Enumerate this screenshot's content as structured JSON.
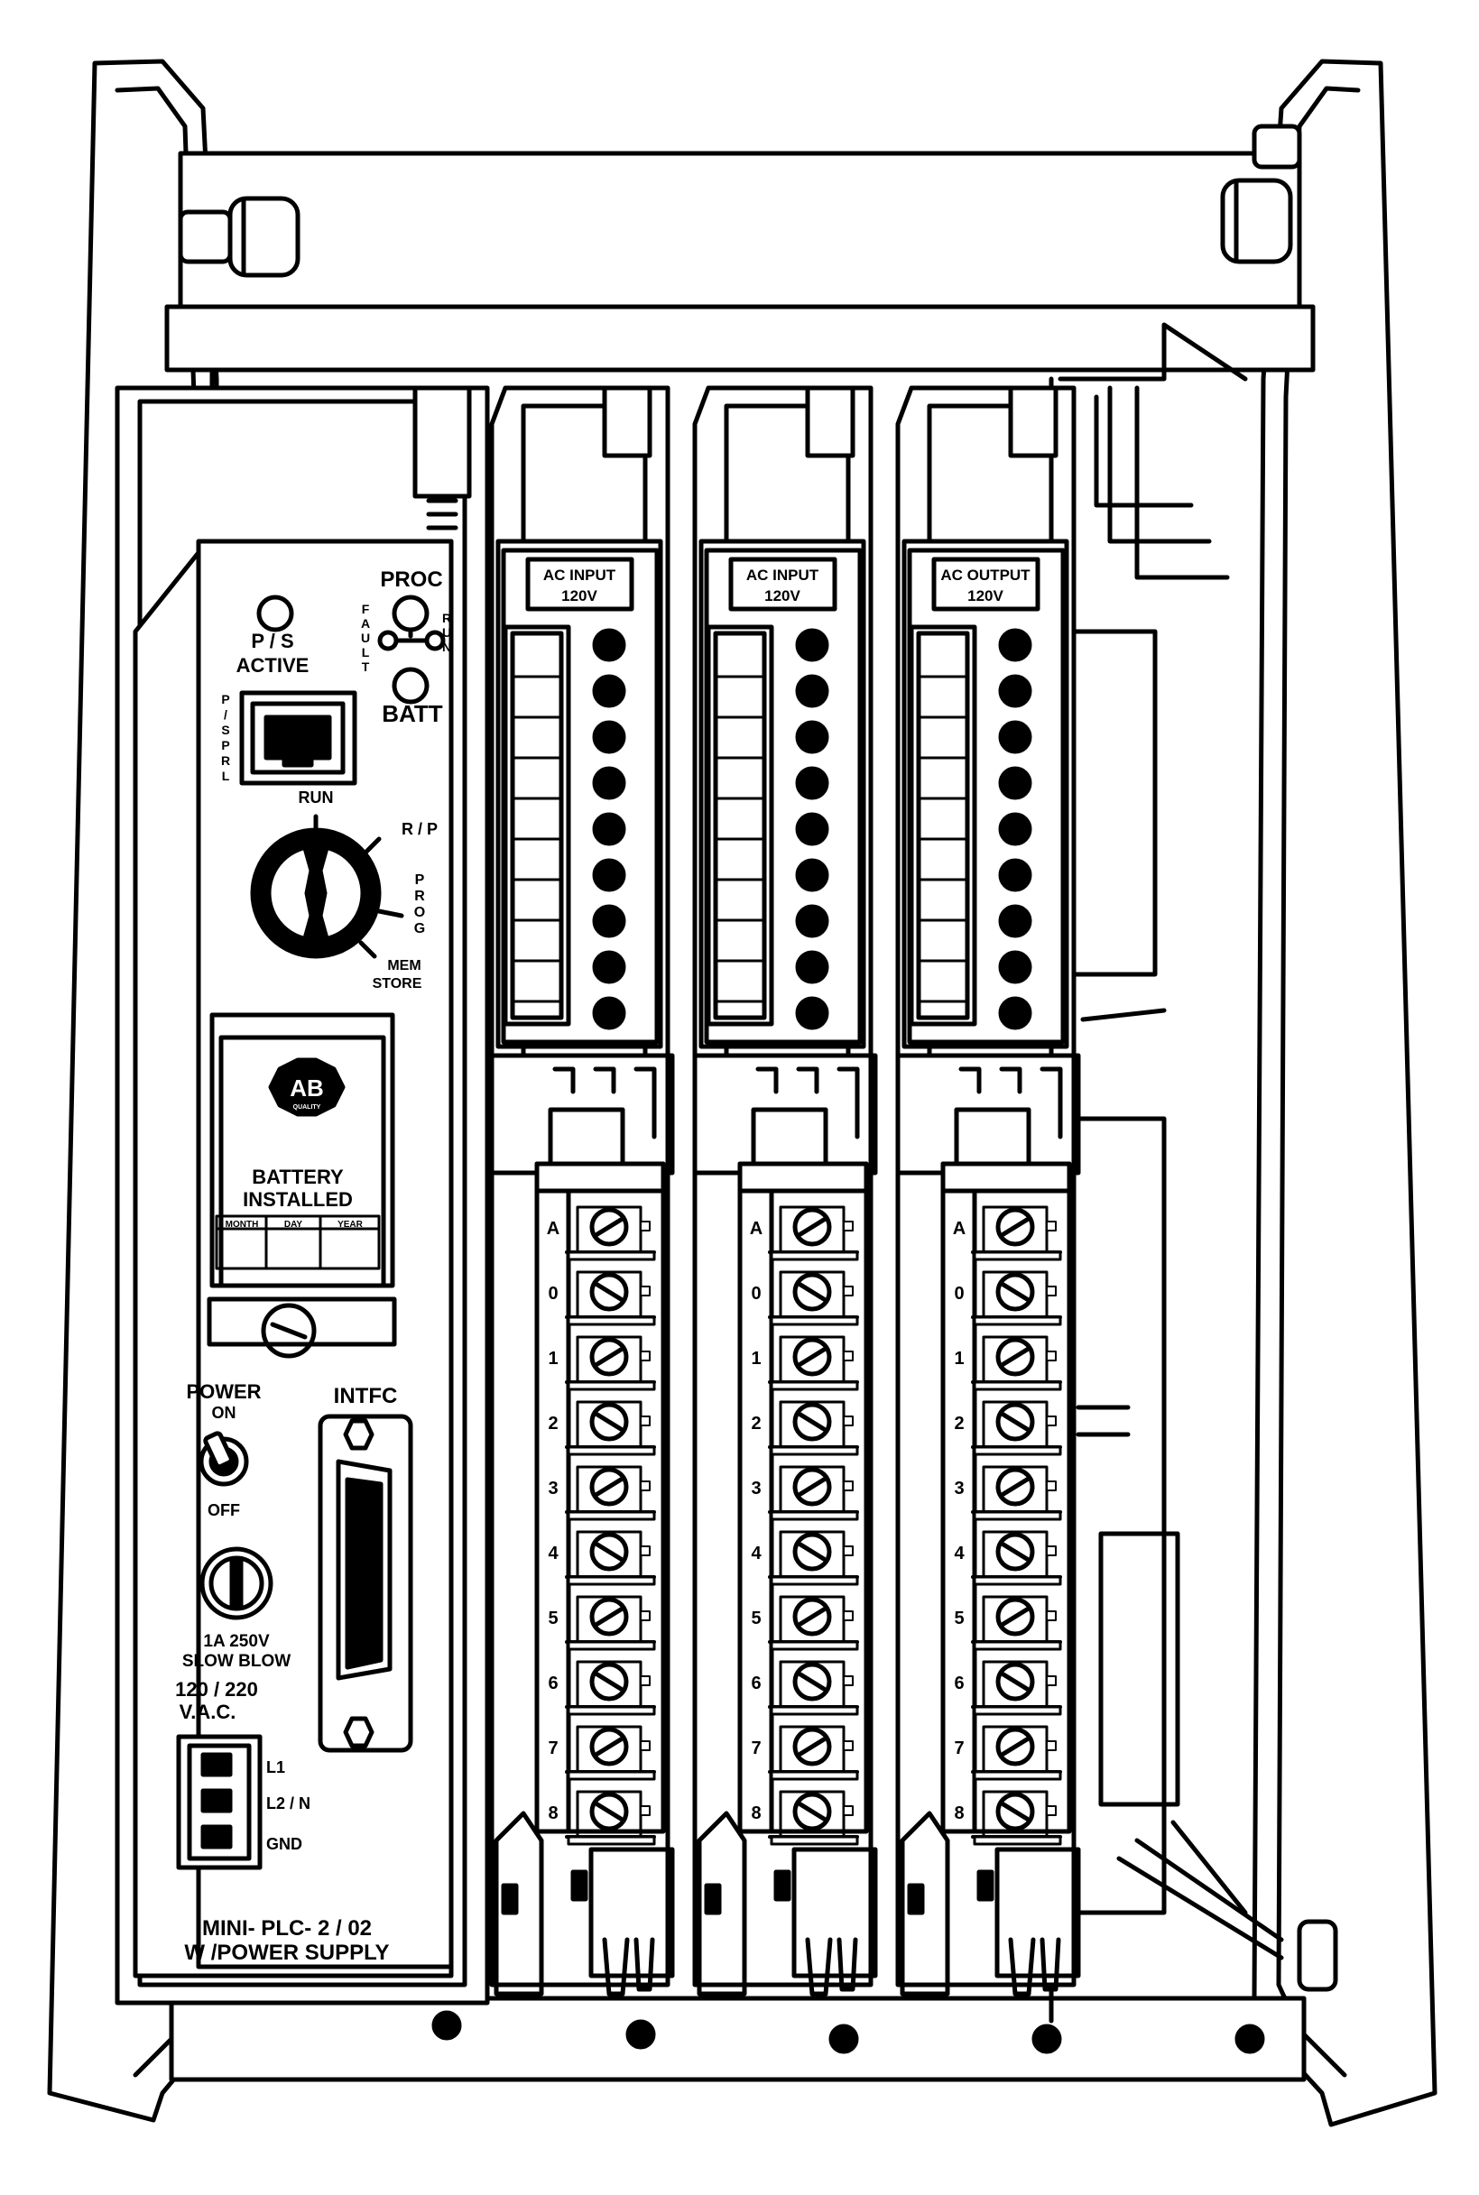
{
  "processor": {
    "ps_active": "P / S\nACTIVE",
    "proc": "PROC",
    "fault": "FAULT",
    "run_led": "RUN",
    "batt": "BATT",
    "psprl": "P/SPRL",
    "key_run": "RUN",
    "key_rp": "R / P",
    "key_prog": "PROG",
    "key_mem": "MEM",
    "key_store": "STORE",
    "logo": "AB",
    "logo_sub": "QUALITY",
    "battery_installed": "BATTERY\nINSTALLED",
    "battery_cols": [
      "MONTH",
      "DAY",
      "YEAR"
    ],
    "power": "POWER",
    "on": "ON",
    "off": "OFF",
    "fuse": "1A 250V\nSLOW BLOW",
    "voltage": "120 / 220\nV.A.C.",
    "terminals": [
      "L1",
      "L2 / N",
      "GND"
    ],
    "intfc": "INTFC",
    "model": "MINI- PLC- 2 / 02\nW /POWER SUPPLY"
  },
  "modules": [
    {
      "title": "AC INPUT",
      "voltage": "120V"
    },
    {
      "title": "AC INPUT",
      "voltage": "120V"
    },
    {
      "title": "AC OUTPUT",
      "voltage": "120V"
    }
  ],
  "terminal_labels": [
    "A",
    "0",
    "1",
    "2",
    "3",
    "4",
    "5",
    "6",
    "7",
    "8"
  ],
  "colors": {
    "line": "#000000",
    "fill": "#ffffff"
  }
}
